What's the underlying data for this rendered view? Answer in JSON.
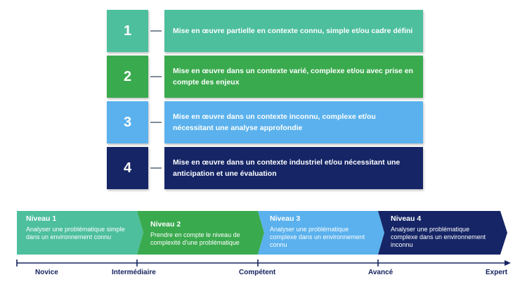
{
  "levels": [
    {
      "number": "1",
      "description": "Mise en œuvre partielle en contexte connu, simple et/ou cadre défini",
      "color": "#4dbf9c"
    },
    {
      "number": "2",
      "description": "Mise en œuvre dans un contexte varié, complexe et/ou avec prise en compte des enjeux",
      "color": "#3aaa4e"
    },
    {
      "number": "3",
      "description": "Mise en œuvre dans un contexte inconnu, complexe et/ou nécessitant une analyse approfondie",
      "color": "#5ab1ed"
    },
    {
      "number": "4",
      "description": "Mise en œuvre dans un contexte industriel et/ou nécessitant une anticipation et une évaluation",
      "color": "#152566"
    }
  ],
  "chevrons": [
    {
      "title": "Niveau 1",
      "text": "Analyser une problématique simple dans un environnement connu",
      "color": "#4dbf9c"
    },
    {
      "title": "Niveau 2",
      "text": "Prendre en compte le niveau de complexité d'une problématique",
      "color": "#3aaa4e"
    },
    {
      "title": "Niveau 3",
      "text": "Analyser une problématique complexe dans un environnement connu",
      "color": "#5ab1ed"
    },
    {
      "title": "Niveau 4",
      "text": "Analyser une problématique complexe dans un environnement inconnu",
      "color": "#152566"
    }
  ],
  "scale": {
    "labels": [
      "Novice",
      "Intermédiaire",
      "Compétent",
      "Avancé",
      "Expert"
    ],
    "line_color": "#162460"
  }
}
